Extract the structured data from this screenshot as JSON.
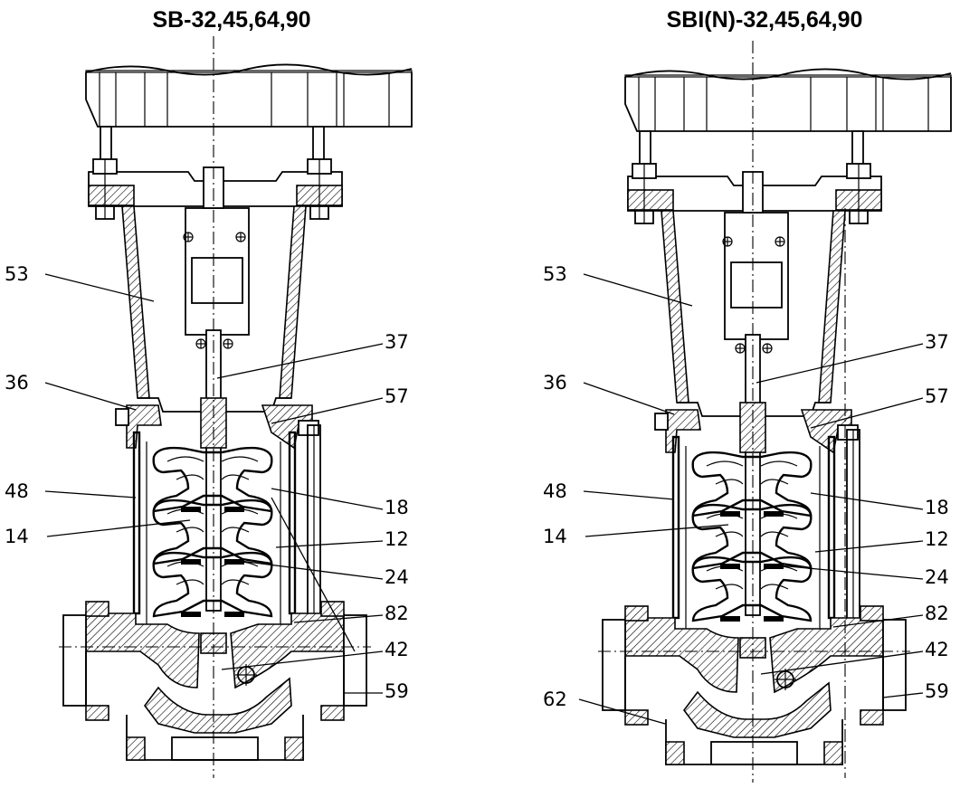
{
  "left_view": {
    "title": "SB-32,45,64,90",
    "callouts": {
      "c53": "53",
      "c36": "36",
      "c48": "48",
      "c14": "14",
      "c37": "37",
      "c57": "57",
      "c18": "18",
      "c12": "12",
      "c24": "24",
      "c82": "82",
      "c42": "42",
      "c59": "59"
    }
  },
  "right_view": {
    "title": "SBI(N)-32,45,64,90",
    "callouts": {
      "c53": "53",
      "c36": "36",
      "c48": "48",
      "c14": "14",
      "c62": "62",
      "c37": "37",
      "c57": "57",
      "c18": "18",
      "c12": "12",
      "c24": "24",
      "c82": "82",
      "c42": "42",
      "c59": "59"
    }
  }
}
